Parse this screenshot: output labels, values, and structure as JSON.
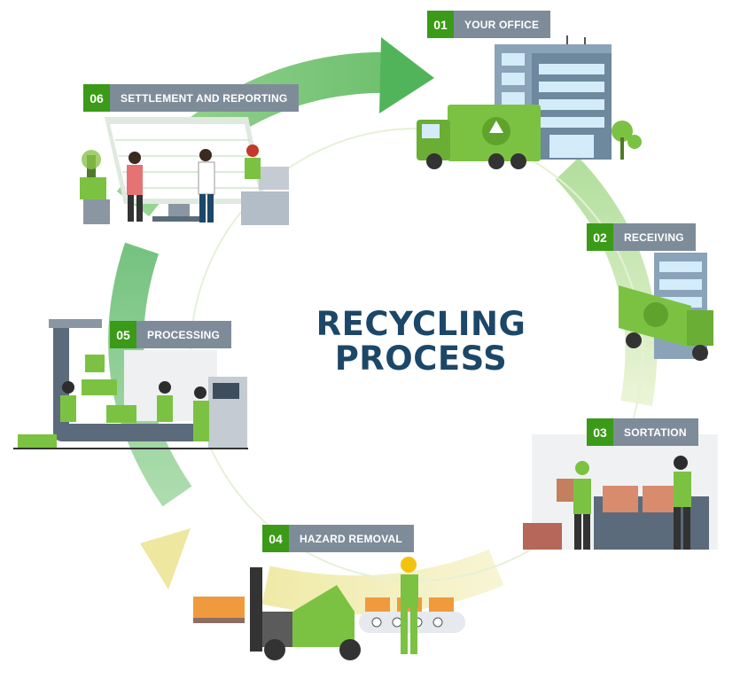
{
  "title": {
    "line1": "RECYCLING",
    "line2": "PROCESS"
  },
  "steps": [
    {
      "number": "01",
      "label": "YOUR OFFICE"
    },
    {
      "number": "02",
      "label": "RECEIVING"
    },
    {
      "number": "03",
      "label": "SORTATION"
    },
    {
      "number": "04",
      "label": "HAZARD REMOVAL"
    },
    {
      "number": "05",
      "label": "PROCESSING"
    },
    {
      "number": "06",
      "label": "SETTLEMENT AND REPORTING"
    }
  ],
  "colors": {
    "title": "#1c4768",
    "step_number_bg": "#3b9a17",
    "step_label_bg": "#7e8c99",
    "cycle_green": "#5cb85c",
    "cycle_yellow": "#f1edb0",
    "illustration_green": "#7cc242"
  },
  "icons": [
    "recycle-icon",
    "truck-icon",
    "office-building-icon",
    "forklift-icon",
    "conveyor-icon",
    "spreadsheet-monitor-icon"
  ]
}
